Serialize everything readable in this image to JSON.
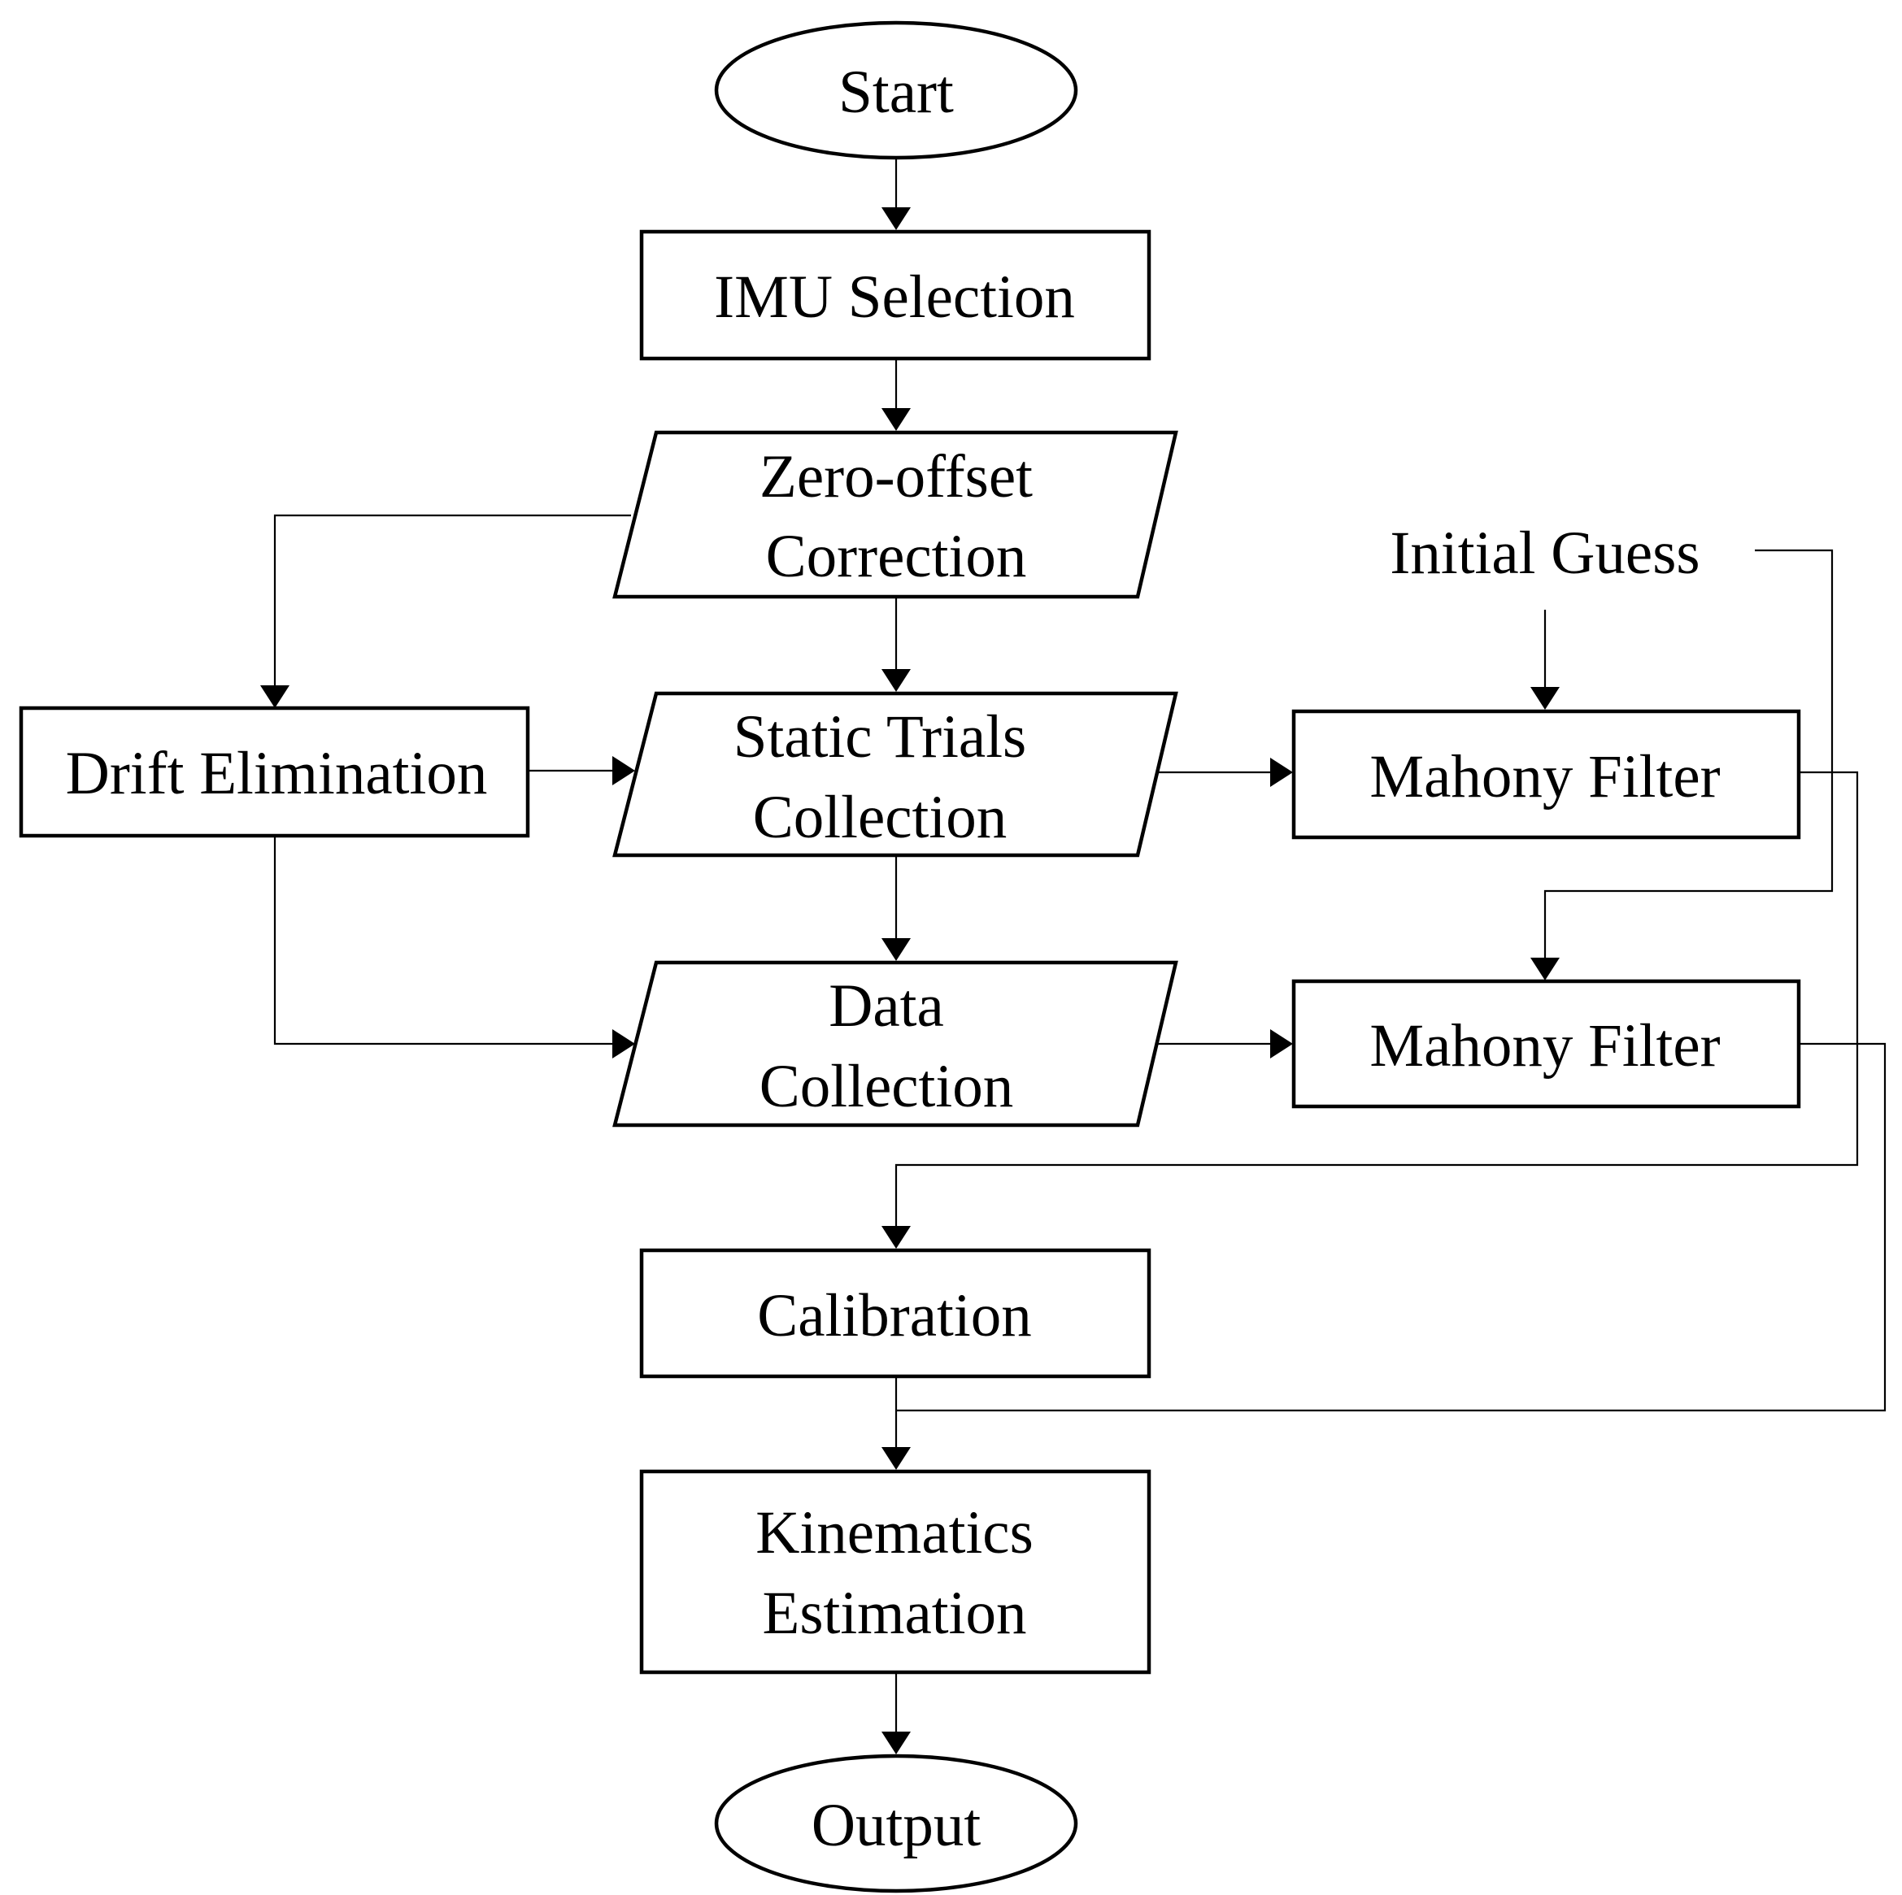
{
  "nodes": {
    "start": "Start",
    "imu_selection": "IMU Selection",
    "zero_offset": [
      "Zero-offset",
      "Correction"
    ],
    "drift_elimination": "Drift Elimination",
    "static_trials": [
      "Static Trials",
      "Collection"
    ],
    "data_collection": [
      "Data",
      "Collection"
    ],
    "initial_guess": "Initial Guess",
    "mahony_filter_1": "Mahony Filter",
    "mahony_filter_2": "Mahony Filter",
    "calibration": "Calibration",
    "kinematics": [
      "Kinematics",
      "Estimation"
    ],
    "output": "Output"
  },
  "colors": {
    "stroke": "#000000",
    "fill": "#ffffff",
    "text": "#000000"
  }
}
